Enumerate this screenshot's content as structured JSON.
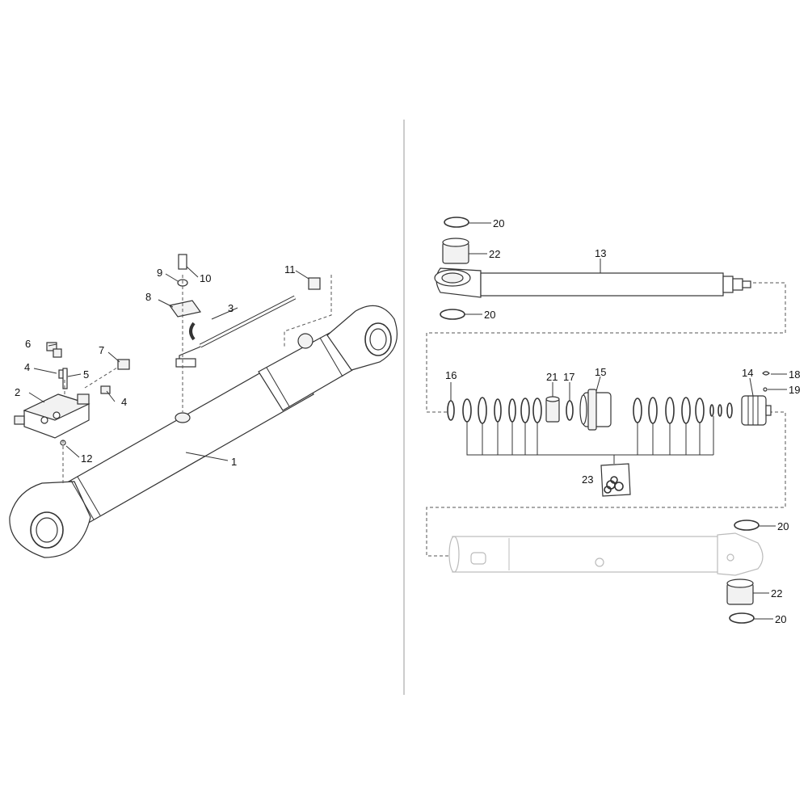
{
  "diagram": {
    "callouts": {
      "c1": "1",
      "c2": "2",
      "c3": "3",
      "c4a": "4",
      "c4b": "4",
      "c5": "5",
      "c6": "6",
      "c7": "7",
      "c8": "8",
      "c9": "9",
      "c10": "10",
      "c11": "11",
      "c12": "12",
      "c13": "13",
      "c14": "14",
      "c15": "15",
      "c16": "16",
      "c17": "17",
      "c18": "18",
      "c19": "19",
      "c20a": "20",
      "c20b": "20",
      "c20c": "20",
      "c20d": "20",
      "c21": "21",
      "c22a": "22",
      "c22b": "22",
      "c23": "23"
    }
  }
}
